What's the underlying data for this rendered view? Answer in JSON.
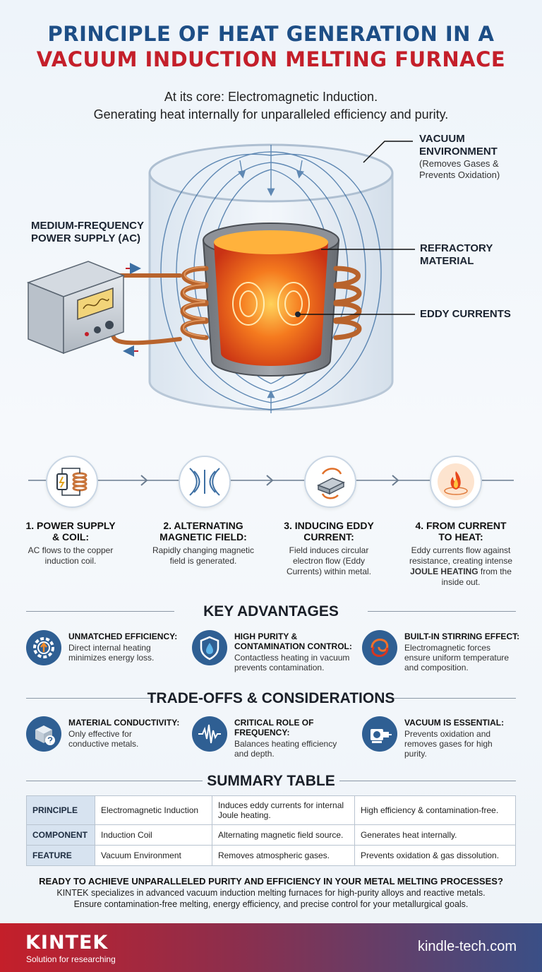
{
  "header": {
    "title_line1": "PRINCIPLE OF HEAT GENERATION IN A",
    "title_line2": "VACUUM INDUCTION MELTING FURNACE",
    "subtitle_line1": "At its core: Electromagnetic Induction.",
    "subtitle_line2": "Generating heat internally for unparalleled efficiency and purity."
  },
  "diagram": {
    "vacuum": {
      "title_line1": "VACUUM",
      "title_line2": "ENVIRONMENT",
      "note_line1": "(Removes Gases &",
      "note_line2": "Prevents Oxidation)"
    },
    "power": {
      "title_line1": "MEDIUM-FREQUENCY",
      "title_line2": "POWER SUPPLY (AC)"
    },
    "refractory": {
      "title_line1": "REFRACTORY",
      "title_line2": "MATERIAL"
    },
    "eddy": {
      "title": "EDDY CURRENTS"
    }
  },
  "steps": [
    {
      "title_line1": "1. POWER SUPPLY",
      "title_line2": "& COIL:",
      "desc_line1": "AC flows to the copper",
      "desc_line2": "induction coil.",
      "icon": "power-coil-icon"
    },
    {
      "title_line1": "2. ALTERNATING",
      "title_line2": "MAGNETIC FIELD:",
      "desc_line1": "Rapidly changing magnetic",
      "desc_line2": "field is generated.",
      "icon": "magnetic-field-icon"
    },
    {
      "title_line1": "3. INDUCING EDDY",
      "title_line2": "CURRENT:",
      "desc_line1": "Field induces circular",
      "desc_line2": "electron flow (Eddy",
      "desc_line3": "Currents) within metal.",
      "icon": "eddy-current-icon"
    },
    {
      "title_line1": "4. FROM CURRENT",
      "title_line2": "TO HEAT:",
      "desc_line1": "Eddy currents flow against",
      "desc_line2": "resistance, creating intense",
      "desc_line3_bold": "JOULE HEATING",
      "desc_line3_rest": " from the",
      "desc_line4": "inside out.",
      "icon": "flame-icon"
    }
  ],
  "advantages": {
    "heading": "KEY ADVANTAGES",
    "items": [
      {
        "title_line1": "UNMATCHED EFFICIENCY:",
        "desc_line1": "Direct internal heating",
        "desc_line2": "minimizes energy loss.",
        "icon": "gear-efficiency-icon"
      },
      {
        "title_line1": "HIGH PURITY &",
        "title_line2": "CONTAMINATION CONTROL:",
        "desc_line1": "Contactless heating in vacuum",
        "desc_line2": "prevents contamination.",
        "icon": "shield-drop-icon"
      },
      {
        "title_line1": "BUILT-IN STIRRING EFFECT:",
        "desc_line1": "Electromagnetic forces",
        "desc_line2": "ensure uniform temperature",
        "desc_line3": "and composition.",
        "icon": "stirring-swirl-icon"
      }
    ]
  },
  "tradeoffs": {
    "heading": "TRADE-OFFS & CONSIDERATIONS",
    "items": [
      {
        "title_line1": "MATERIAL CONDUCTIVITY:",
        "desc_line1": "Only effective for",
        "desc_line2": "conductive metals.",
        "icon": "cube-question-icon"
      },
      {
        "title_line1": "CRITICAL ROLE OF",
        "title_line2": "FREQUENCY:",
        "desc_line1": "Balances heating efficiency",
        "desc_line2": "and depth.",
        "icon": "waveform-icon"
      },
      {
        "title_line1": "VACUUM IS ESSENTIAL:",
        "desc_line1": "Prevents oxidation and",
        "desc_line2": "removes gases for high",
        "desc_line3": "purity.",
        "icon": "vacuum-pump-icon"
      }
    ]
  },
  "summary": {
    "heading": "SUMMARY TABLE",
    "rows": [
      [
        "PRINCIPLE",
        "Electromagnetic Induction",
        "Induces eddy currents for internal Joule heating.",
        "High efficiency & contamination-free."
      ],
      [
        "COMPONENT",
        "Induction Coil",
        "Alternating magnetic field source.",
        "Generates heat internally."
      ],
      [
        "FEATURE",
        "Vacuum Environment",
        "Removes atmospheric gases.",
        "Prevents oxidation & gas dissolution."
      ]
    ]
  },
  "cta": {
    "heading": "READY TO ACHIEVE UNPARALLELED PURITY AND EFFICIENCY IN YOUR METAL MELTING PROCESSES?",
    "line1": "KINTEK specializes in advanced vacuum induction melting furnaces for high-purity alloys and reactive metals.",
    "line2": "Ensure contamination-free melting, energy efficiency, and precise control for your metallurgical goals."
  },
  "footer": {
    "brand": "KINTEK",
    "tagline": "Solution for researching",
    "website": "kindle-tech.com"
  },
  "colors": {
    "title_blue": "#1d4e86",
    "title_red": "#c41f2a",
    "icon_blue": "#2f5f93",
    "copper": "#c8743a",
    "molten": "#f26a1b"
  }
}
